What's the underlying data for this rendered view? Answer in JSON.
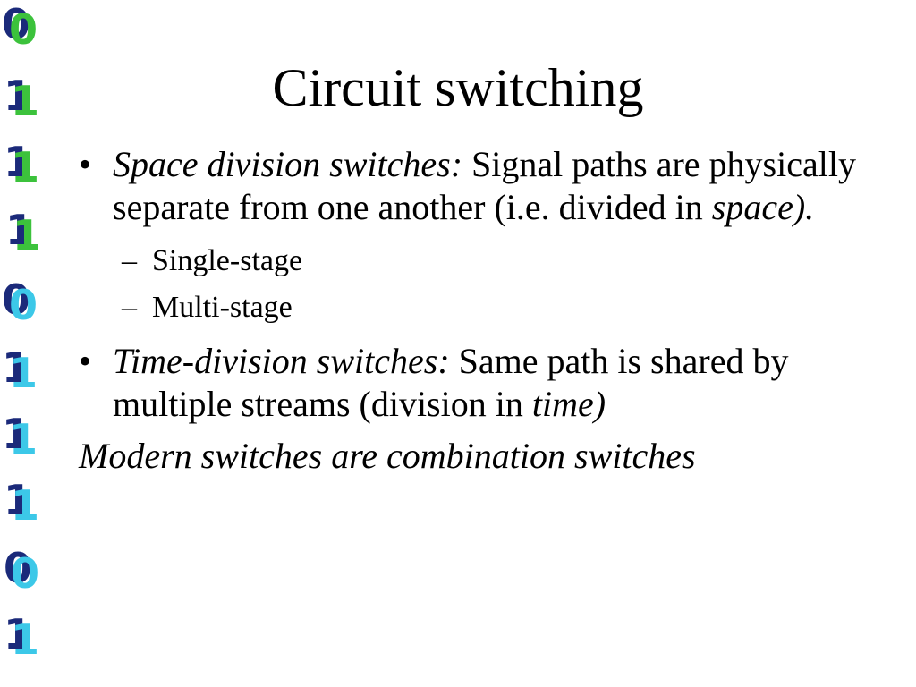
{
  "title": "Circuit switching",
  "sidebar": {
    "digits": [
      {
        "char": "0",
        "color": "#3cc23c"
      },
      {
        "char": "1",
        "color": "#3cc23c"
      },
      {
        "char": "1",
        "color": "#3cc23c"
      },
      {
        "char": "1",
        "color": "#3cc23c"
      },
      {
        "char": "0",
        "color": "#3cc8e8"
      },
      {
        "char": "1",
        "color": "#3cc8e8"
      },
      {
        "char": "1",
        "color": "#3cc8e8"
      },
      {
        "char": "1",
        "color": "#3cc8e8"
      },
      {
        "char": "0",
        "color": "#3cc8e8"
      },
      {
        "char": "1",
        "color": "#3cc8e8"
      }
    ]
  },
  "bullets": {
    "b1": {
      "marker": "•",
      "term": "Space division switches:",
      "text": " Signal paths are physically separate from one another (i.e. divided in ",
      "em": "space).",
      "subs": [
        {
          "marker": "–",
          "text": "Single-stage"
        },
        {
          "marker": "–",
          "text": "Multi-stage"
        }
      ]
    },
    "b2": {
      "marker": "•",
      "term": "Time-division switches:",
      "text": " Same path is shared by multiple streams (division in ",
      "em": "time)"
    }
  },
  "footer_line": "Modern switches are combination switches"
}
